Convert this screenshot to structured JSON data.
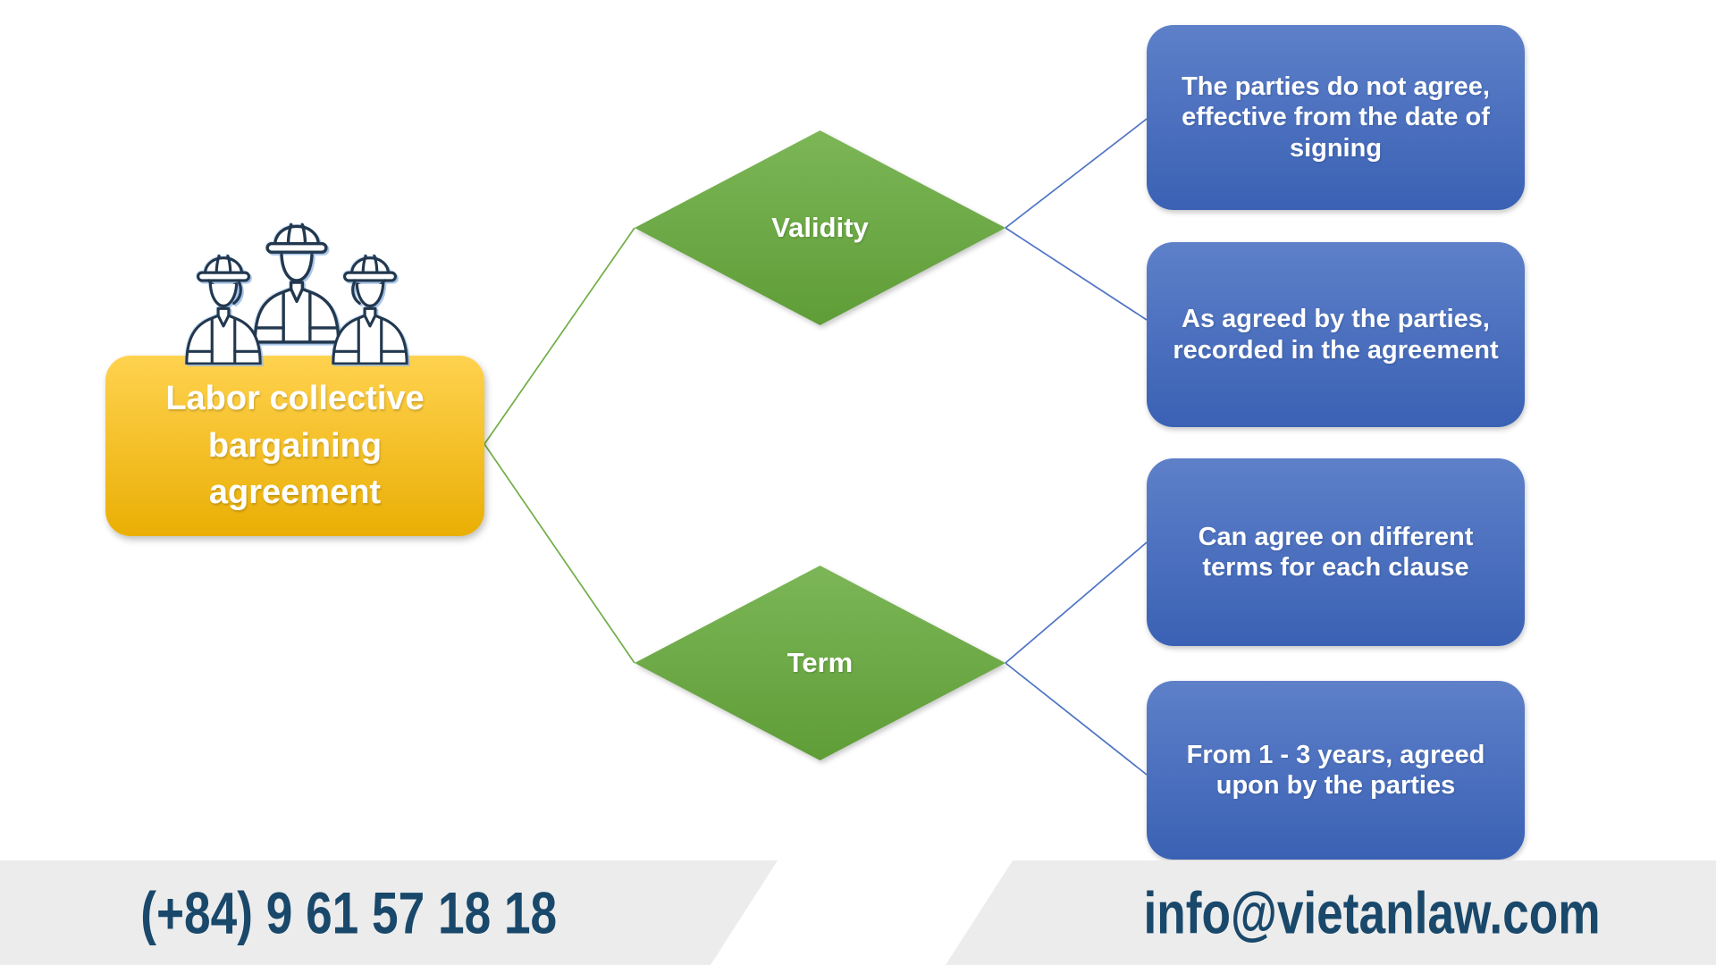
{
  "diagram": {
    "root": {
      "label": "Labor collective\nbargaining\nagreement"
    },
    "branches": [
      {
        "label": "Validity",
        "outcomes": [
          {
            "text": "The parties do not agree,\neffective from the date of\nsigning"
          },
          {
            "text": "As agreed by the parties,\nrecorded in the agreement"
          }
        ]
      },
      {
        "label": "Term",
        "outcomes": [
          {
            "text": "Can agree on different\nterms for each clause"
          },
          {
            "text": "From 1 - 3 years, agreed\nupon by the parties"
          }
        ]
      }
    ]
  },
  "footer": {
    "phone": "(+84) 9 61 57 18 18",
    "email": "info@vietanlaw.com"
  },
  "icons": {
    "workers": "construction-workers-icon"
  },
  "colors": {
    "root_gradient_top": "#ffd24f",
    "root_gradient_bottom": "#eaaf05",
    "branch_gradient_top": "#7cb657",
    "branch_gradient_bottom": "#5f9d37",
    "outcome_gradient_top": "#5e80c9",
    "outcome_gradient_bottom": "#3a61b4",
    "connector_green": "#6fae46",
    "connector_blue": "#4f74c4",
    "footer_bg": "#ececec",
    "footer_text": "#19486b"
  }
}
